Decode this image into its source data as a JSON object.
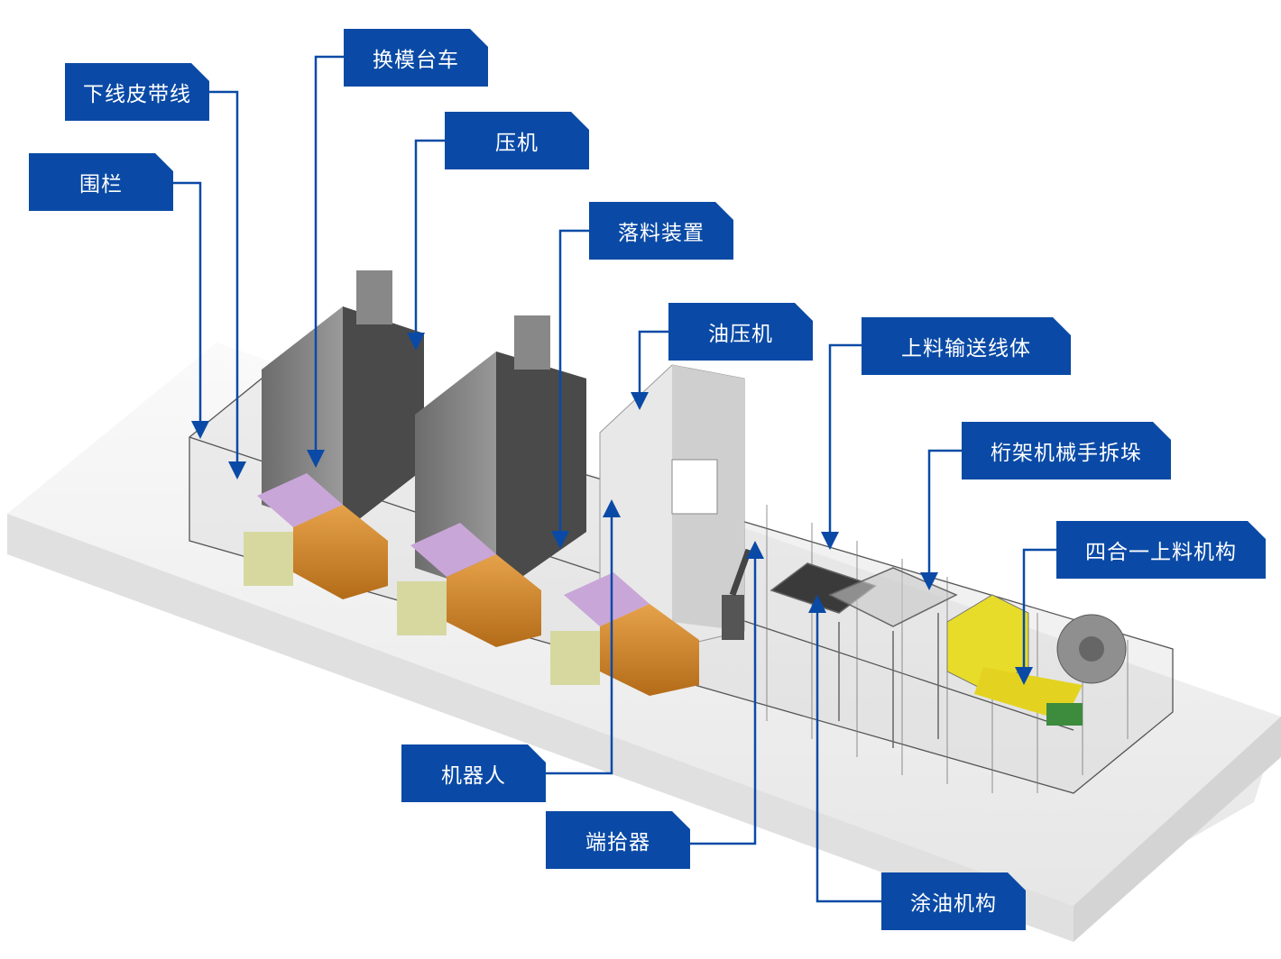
{
  "callouts": [
    {
      "id": "c1",
      "label": "下线皮带线"
    },
    {
      "id": "c2",
      "label": "换模台车"
    },
    {
      "id": "c3",
      "label": "压机"
    },
    {
      "id": "c4",
      "label": "围栏"
    },
    {
      "id": "c5",
      "label": "落料装置"
    },
    {
      "id": "c6",
      "label": "油压机"
    },
    {
      "id": "c7",
      "label": "上料输送线体"
    },
    {
      "id": "c8",
      "label": "桁架机械手拆垛"
    },
    {
      "id": "c9",
      "label": "四合一上料机构"
    },
    {
      "id": "c10",
      "label": "机器人"
    },
    {
      "id": "c11",
      "label": "端拾器"
    },
    {
      "id": "c12",
      "label": "涂油机构"
    }
  ],
  "colors": {
    "callout_bg": "#0a4aa6",
    "callout_text": "#ffffff",
    "platform": "#f2f2f2"
  }
}
